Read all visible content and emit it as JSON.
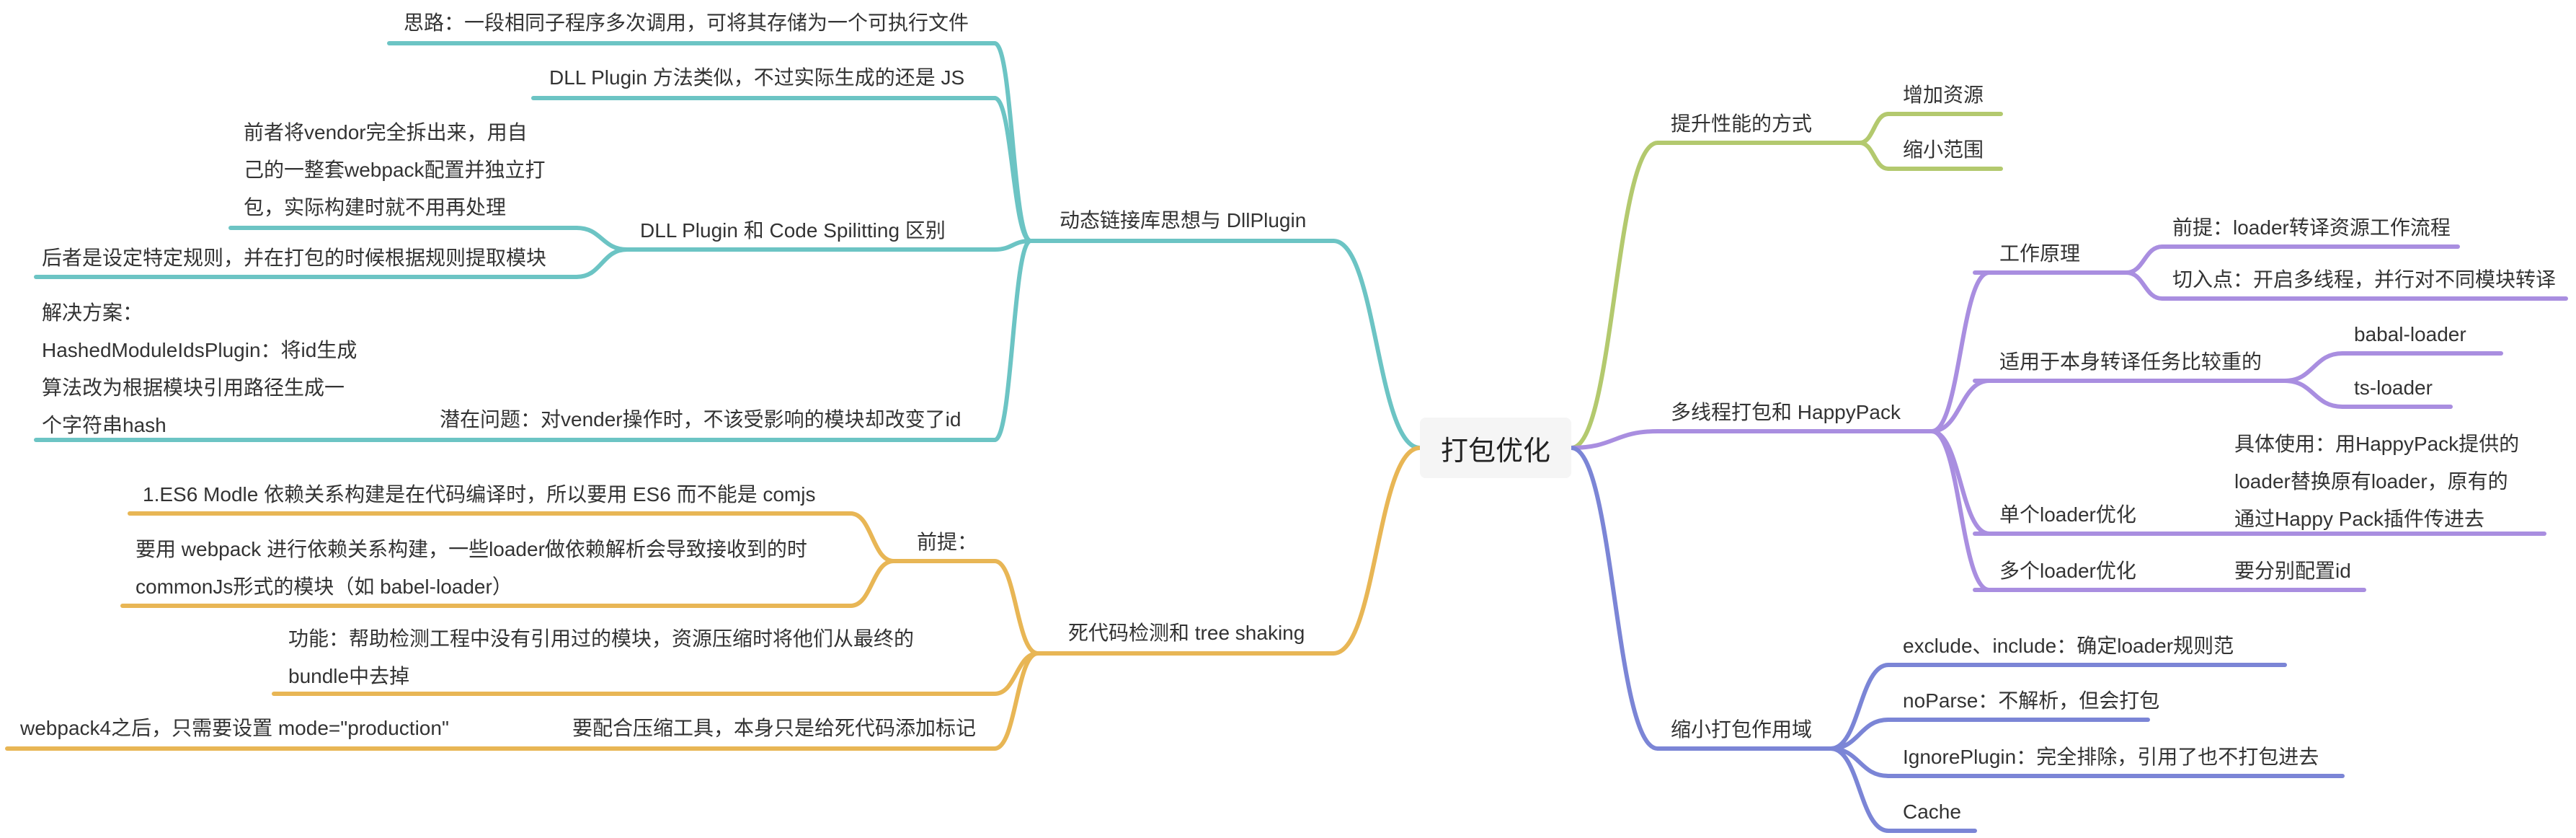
{
  "root": "打包优化",
  "colors": {
    "green": "#b3c96e",
    "purple": "#a98ee0",
    "blue": "#7b85d6",
    "teal": "#6cc4c4",
    "orange": "#e8b655"
  },
  "nodes": {
    "r1": "提升性能的方式",
    "r1a": "增加资源",
    "r1b": "缩小范围",
    "r2": "多线程打包和 HappyPack",
    "r2a": "工作原理",
    "r2a1": "前提：loader转译资源工作流程",
    "r2a2": "切入点：开启多线程，并行对不同模块转译",
    "r2b": "适用于本身转译任务比较重的",
    "r2b1": "babal-loader",
    "r2b2": "ts-loader",
    "r2c": "单个loader优化",
    "r2c1": "具体使用：用HappyPack提供的loader替换原有loader，原有的通过Happy Pack插件传进去",
    "r2d": "多个loader优化",
    "r2d1": "要分别配置id",
    "r3": "缩小打包作用域",
    "r3a": "exclude、include：确定loader规则范",
    "r3b": "noParse：不解析，但会打包",
    "r3c": "IgnorePlugin：完全排除，引用了也不打包进去",
    "r3d": "Cache",
    "l1": "动态链接库思想与 DllPlugin",
    "l1a": "思路：一段相同子程序多次调用，可将其存储为一个可执行文件",
    "l1b": "DLL Plugin 方法类似，不过实际生成的还是 JS",
    "l1c": "DLL Plugin 和 Code Spilitting 区别",
    "l1c1": "前者将vendor完全拆出来，用自己的一整套webpack配置并独立打包，实际构建时就不用再处理",
    "l1c2": "后者是设定特定规则，并在打包的时候根据规则提取模块",
    "l1d": "潜在问题：对vender操作时，不该受影响的模块却改变了id",
    "l1d1": "解决方案：HashedModuleIdsPlugin：将id生成算法改为根据模块引用路径生成一个字符串hash",
    "l2": "死代码检测和 tree shaking",
    "l2a": "前提：",
    "l2a1": "1.ES6 Modle 依赖关系构建是在代码编译时，所以要用 ES6 而不能是 comjs",
    "l2a2": "要用 webpack 进行依赖关系构建，一些loader做依赖解析会导致接收到的时commonJs形式的模块（如 babel-loader）",
    "l2b": "功能：帮助检测工程中没有引用过的模块，资源压缩时将他们从最终的bundle中去掉",
    "l2c": "要配合压缩工具，本身只是给死代码添加标记",
    "l2c1": "webpack4之后，只需要设置 mode=\"production\""
  }
}
